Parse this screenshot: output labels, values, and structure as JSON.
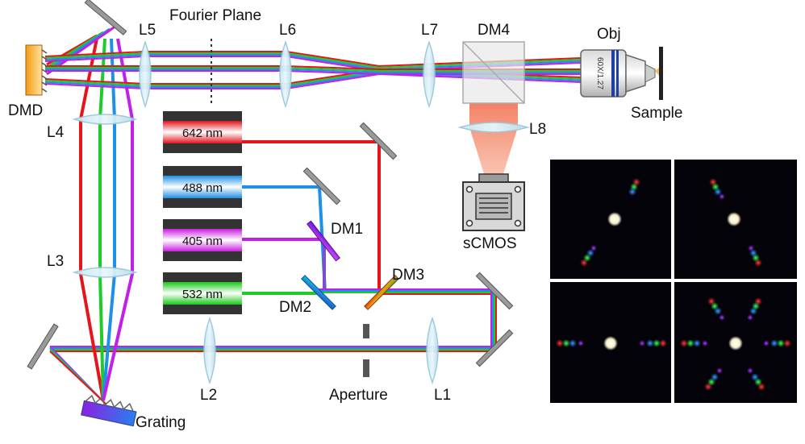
{
  "labels": {
    "fourier_plane": "Fourier Plane",
    "dmd": "DMD",
    "l1": "L1",
    "l2": "L2",
    "l3": "L3",
    "l4": "L4",
    "l5": "L5",
    "l6": "L6",
    "l7": "L7",
    "l8": "L8",
    "dm1": "DM1",
    "dm2": "DM2",
    "dm3": "DM3",
    "dm4": "DM4",
    "obj": "Obj",
    "obj_spec": "60X/1.27",
    "sample": "Sample",
    "camera": "sCMOS",
    "grating": "Grating",
    "aperture": "Aperture"
  },
  "lasers": [
    {
      "label": "642 nm",
      "color": "#e0121b"
    },
    {
      "label": "488 nm",
      "color": "#1f8fe0"
    },
    {
      "label": "405 nm",
      "color": "#c81ee0"
    },
    {
      "label": "532 nm",
      "color": "#18c818"
    }
  ],
  "beam_colors": {
    "red": "#e8141c",
    "green": "#1ccc28",
    "blue": "#1e90e8",
    "violet": "#c020e8",
    "emission": "#f26a4a"
  }
}
